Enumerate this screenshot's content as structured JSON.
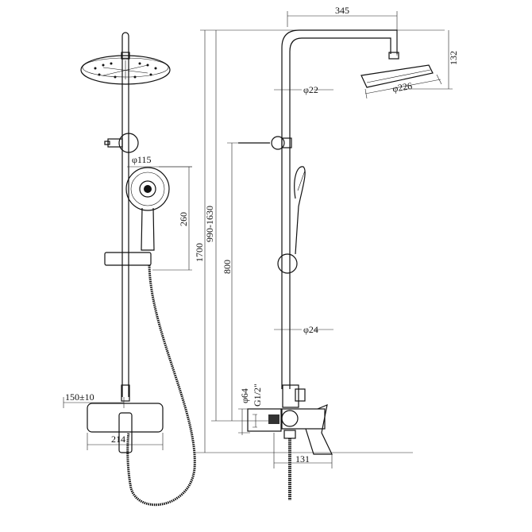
{
  "title": "Shower column dimension drawing",
  "dimensions": {
    "arm_length": "345",
    "head_drop": "132",
    "pipe_upper_dia": "φ22",
    "head_dia": "φ226",
    "hand_head_dia": "φ115",
    "hand_length": "260",
    "total_height": "1700",
    "adjust_range": "990-1630",
    "bracket_height": "800",
    "pipe_lower_dia": "φ24",
    "wall_flange_dia": "φ64",
    "thread": "G1/2\"",
    "centers": "150±10",
    "mixer_width": "214",
    "mixer_depth": "131"
  }
}
